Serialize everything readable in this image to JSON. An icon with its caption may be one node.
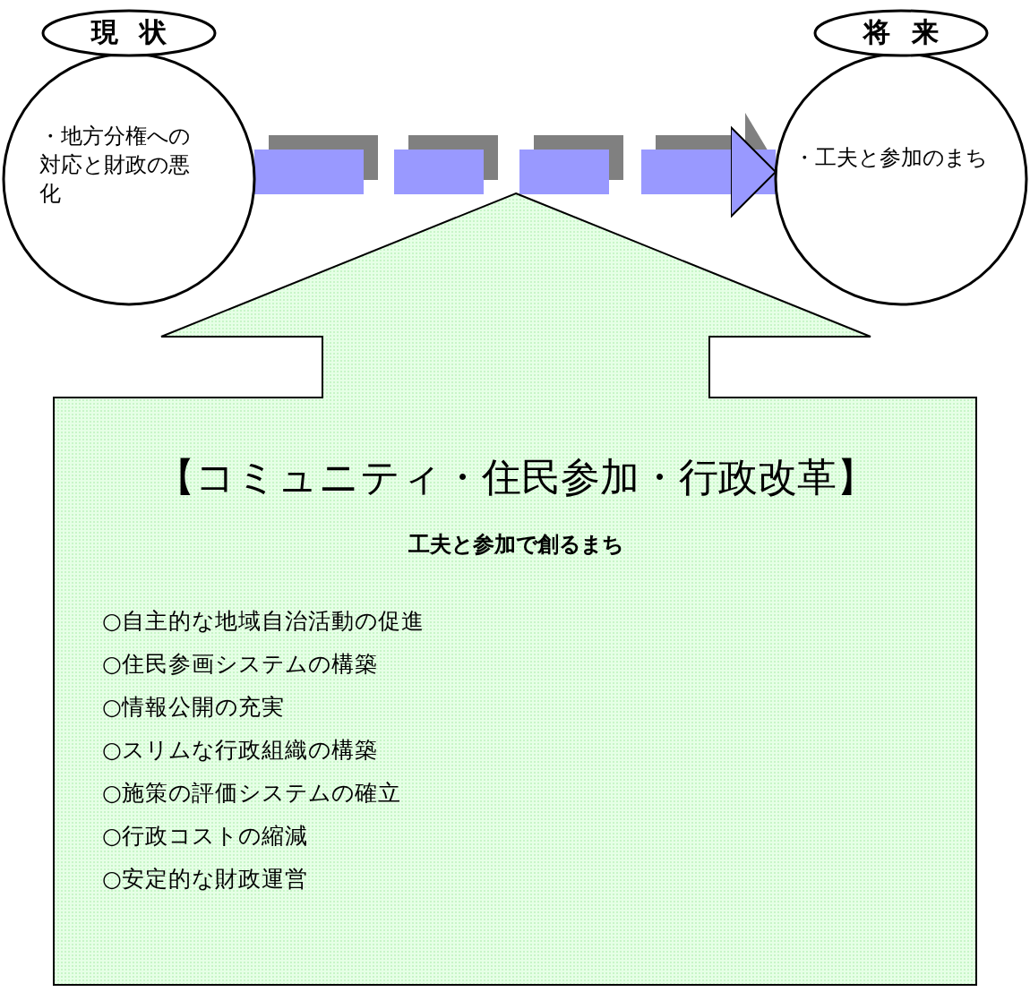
{
  "diagram": {
    "nodes": [
      {
        "text": [
          "現状"
        ]
      },
      {
        "text": [
          "・地方分権への対応と財政の悪化"
        ]
      },
      {
        "text": [
          "将来"
        ]
      },
      {
        "text": [
          "・工夫と参加のまち"
        ]
      },
      {
        "text": [
          "【コミュニティ・住民参加・行政改革】",
          "工夫と参加で創るまち",
          "○自主的な地域自治活動の促進",
          "○住民参画システムの構築",
          "○情報公開の充実",
          "○スリムな行政組織の構築",
          "○施策の評価システムの確立",
          "○行政コストの縮減",
          "○安定的な財政運営"
        ]
      }
    ],
    "edges": [
      {
        "from": 1,
        "to": 3,
        "arrow": "to",
        "style": "dashed"
      }
    ]
  }
}
